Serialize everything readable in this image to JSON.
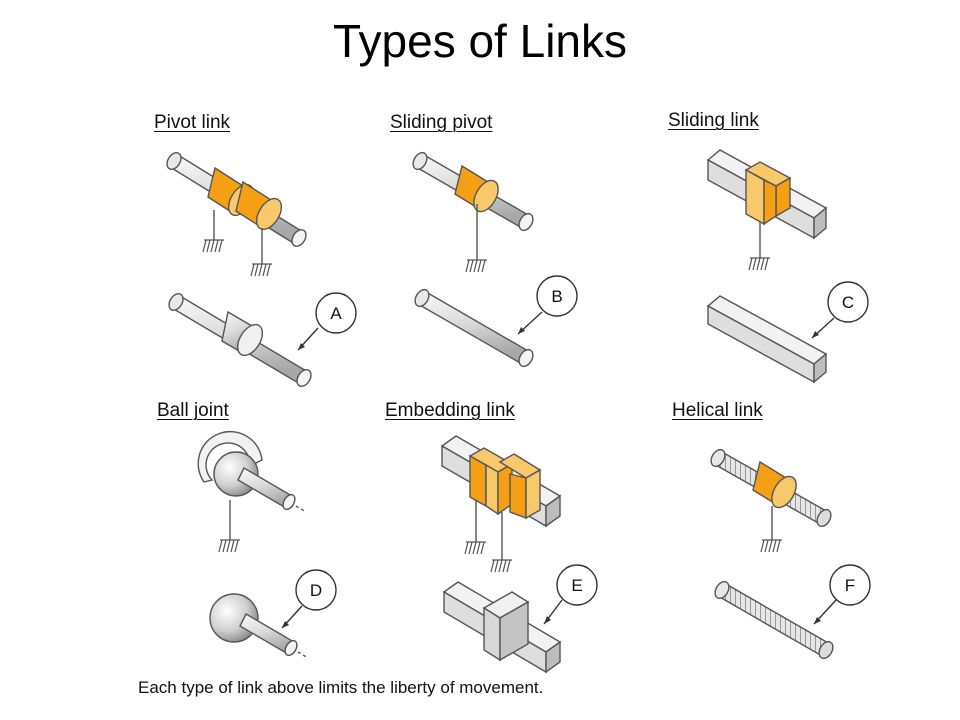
{
  "title": "Types of Links",
  "links": [
    {
      "name": "Pivot link",
      "callout": "A"
    },
    {
      "name": "Sliding pivot",
      "callout": "B"
    },
    {
      "name": "Sliding link",
      "callout": "C"
    },
    {
      "name": "Ball joint",
      "callout": "D"
    },
    {
      "name": "Embedding link",
      "callout": "E"
    },
    {
      "name": "Helical link",
      "callout": "F"
    }
  ],
  "caption": "Each type of link above limits the liberty of movement.",
  "colors": {
    "orange": "#f5a014",
    "light_orange": "#f8c86a",
    "grey_light": "#eeeeee",
    "grey_mid": "#c8c8c8",
    "outline": "#555555"
  }
}
